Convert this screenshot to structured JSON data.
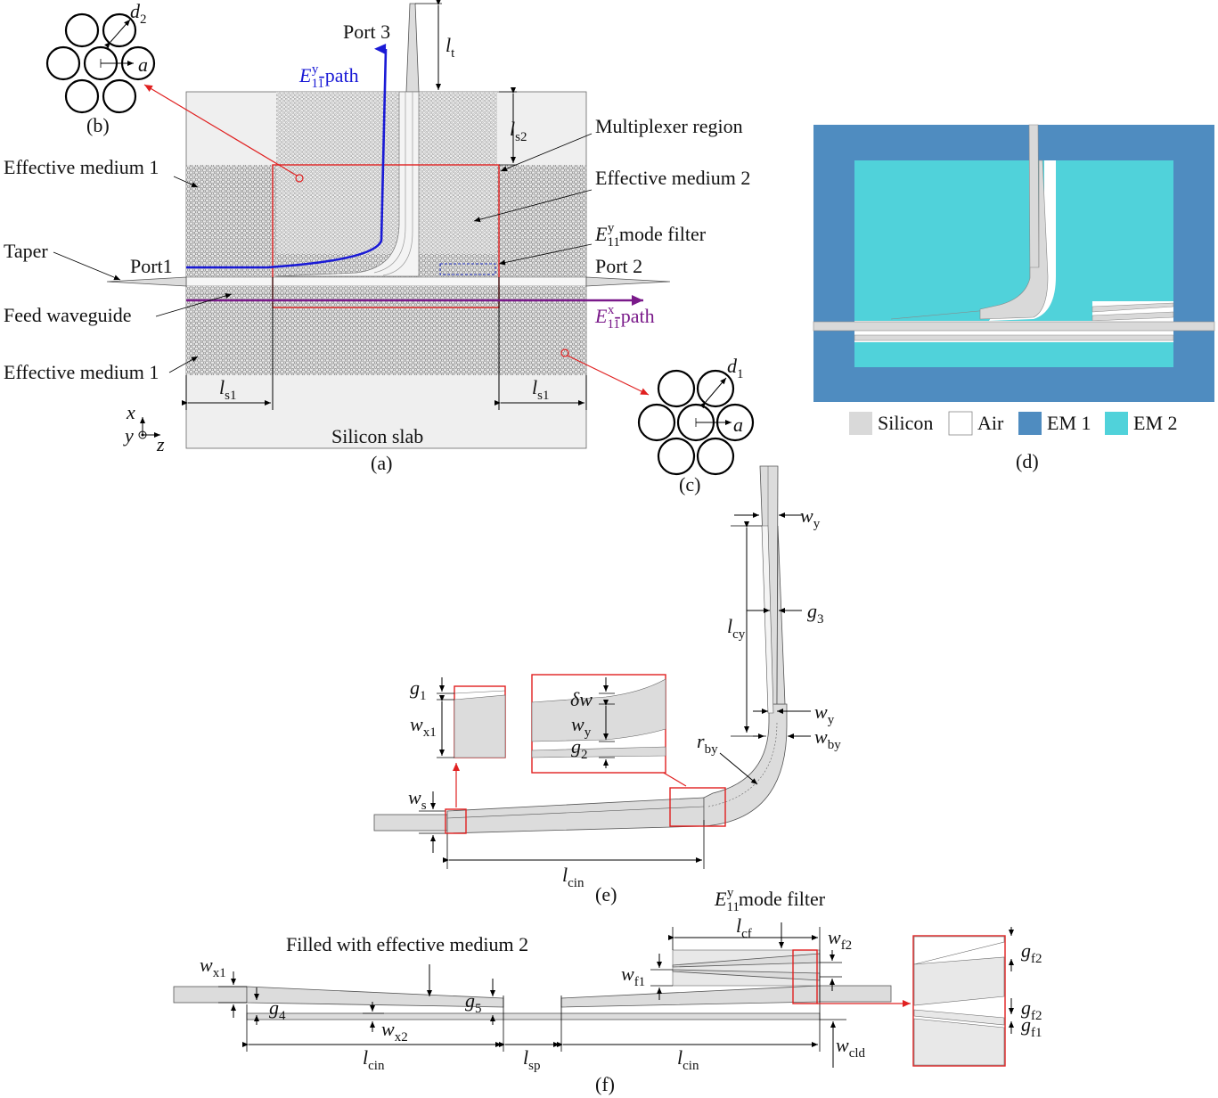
{
  "figure": {
    "panels": {
      "a": {
        "caption": "(a)",
        "labels": {
          "port3": "Port 3",
          "port1": "Port1",
          "port2": "Port 2",
          "ey_path_base": "E",
          "ey_path_sub": "11",
          "ey_path_sup": "y",
          "ey_path_suffix": "-path",
          "ex_path_base": "E",
          "ex_path_sub": "11",
          "ex_path_sup": "x",
          "ex_path_suffix": "-path",
          "multiplexer_region": "Multiplexer region",
          "effective_medium_1_top": "Effective medium 1",
          "effective_medium_2": "Effective medium 2",
          "mode_filter_base": "E",
          "mode_filter_sub": "11",
          "mode_filter_sup": "y",
          "mode_filter_suffix": " mode filter",
          "taper": "Taper",
          "feed_waveguide": "Feed waveguide",
          "effective_medium_1_bottom": "Effective medium 1",
          "silicon_slab": "Silicon slab",
          "lt": "l",
          "lt_sub": "t",
          "ls2": "l",
          "ls2_sub": "s2",
          "ls1_left": "l",
          "ls1_left_sub": "s1",
          "ls1_right": "l",
          "ls1_right_sub": "s1",
          "axis_x": "x",
          "axis_y": "y",
          "axis_z": "z"
        }
      },
      "b": {
        "caption": "(b)",
        "d": "d",
        "d_sub": "2",
        "a": "a"
      },
      "c": {
        "caption": "(c)",
        "d": "d",
        "d_sub": "1",
        "a": "a"
      },
      "d": {
        "caption": "(d)",
        "legend": [
          {
            "label": "Silicon",
            "color": "#d9d9d9"
          },
          {
            "label": "Air",
            "color": "#ffffff"
          },
          {
            "label": "EM 1",
            "color": "#4f8cc0"
          },
          {
            "label": "EM 2",
            "color": "#50d2da"
          }
        ]
      },
      "e": {
        "caption": "(e)",
        "labels": {
          "wy_top": "w",
          "wy_top_sub": "y",
          "g3": "g",
          "g3_sub": "3",
          "lcy": "l",
          "lcy_sub": "cy",
          "wy_mid": "w",
          "wy_mid_sub": "y",
          "wby": "w",
          "wby_sub": "by",
          "rby": "r",
          "rby_sub": "by",
          "g1": "g",
          "g1_sub": "1",
          "wx1": "w",
          "wx1_sub": "x1",
          "dw": "δw",
          "wy_inset": "w",
          "wy_inset_sub": "y",
          "g2": "g",
          "g2_sub": "2",
          "ws": "w",
          "ws_sub": "s",
          "lcin": "l",
          "lcin_sub": "cin"
        }
      },
      "f": {
        "caption": "(f)",
        "labels": {
          "mode_filter_base": "E",
          "mode_filter_sub": "11",
          "mode_filter_sup": "y",
          "mode_filter_suffix": " mode filter",
          "filled_with": "Filled with effective medium 2",
          "wx1": "w",
          "wx1_sub": "x1",
          "g4": "g",
          "g4_sub": "4",
          "g5": "g",
          "g5_sub": "5",
          "wx2": "w",
          "wx2_sub": "x2",
          "lcin_left": "l",
          "lcin_left_sub": "cin",
          "lsp": "l",
          "lsp_sub": "sp",
          "lcin_right": "l",
          "lcin_right_sub": "cin",
          "lcf": "l",
          "lcf_sub": "cf",
          "wf2": "w",
          "wf2_sub": "f2",
          "wf1": "w",
          "wf1_sub": "f1",
          "wcld": "w",
          "wcld_sub": "cld",
          "gf2_a": "g",
          "gf2_a_sub": "f2",
          "gf2_b": "g",
          "gf2_b_sub": "f2",
          "gf1": "g",
          "gf1_sub": "f1"
        }
      }
    }
  }
}
